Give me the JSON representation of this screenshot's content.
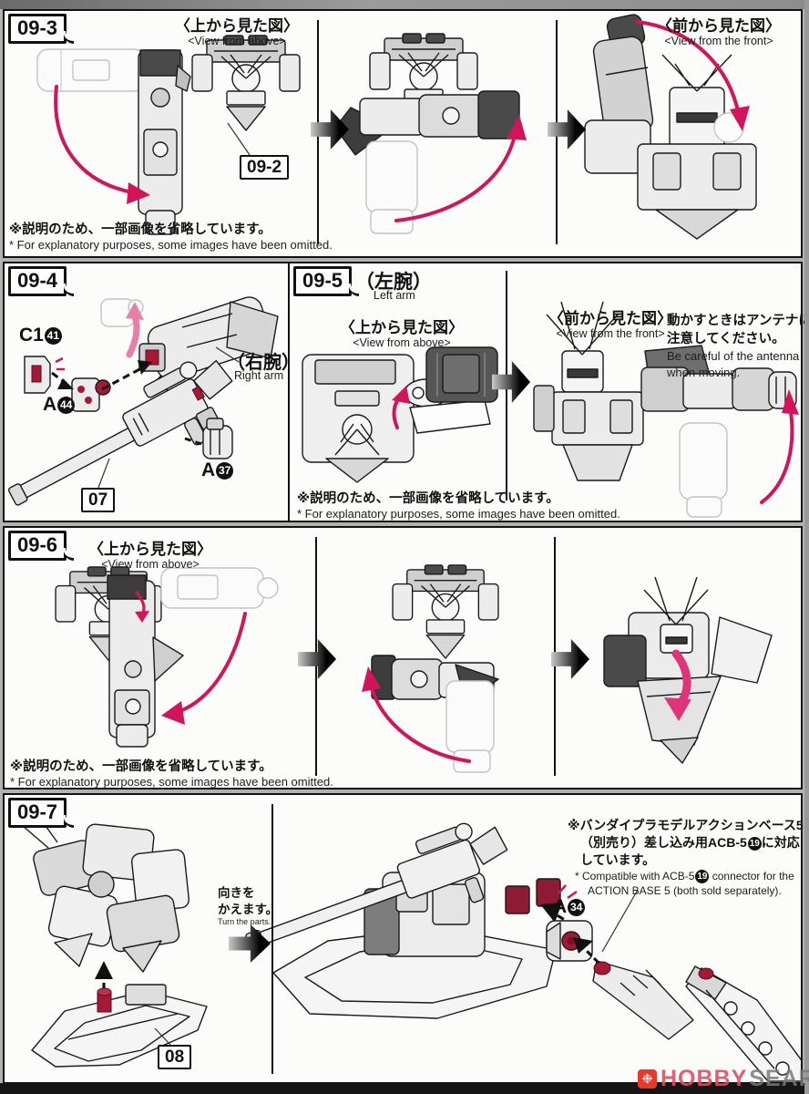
{
  "steps": {
    "s093": {
      "tab": "09-3",
      "view_above_jp": "〈上から見た図〉",
      "view_above_en": "<View from above>",
      "view_front_jp": "〈前から見た図〉",
      "view_front_en": "<View from the front>",
      "callout_092": "09-2",
      "note_jp": "※説明のため、一部画像を省略しています。",
      "note_en": "* For explanatory purposes, some images have been omitted."
    },
    "s094": {
      "tab": "09-4",
      "part_c1": "C1",
      "part_c1_num": "41",
      "part_a44": "A",
      "part_a44_num": "44",
      "right_arm_jp": "（右腕）",
      "right_arm_en": "Right arm",
      "callout_07": "07",
      "part_a37": "A",
      "part_a37_num": "37"
    },
    "s095": {
      "tab": "09-5",
      "left_arm_jp": "（左腕）",
      "left_arm_en": "Left arm",
      "view_above_jp": "〈上から見た図〉",
      "view_above_en": "<View from above>",
      "view_front_jp": "〈前から見た図〉",
      "view_front_en": "<View from the front>",
      "warning_jp1": "動かすときはアンテナに",
      "warning_jp2": "注意してください。",
      "warning_en1": "Be careful of the antenna",
      "warning_en2": "when moving.",
      "note_jp": "※説明のため、一部画像を省略しています。",
      "note_en": "* For explanatory purposes, some images have been omitted."
    },
    "s096": {
      "tab": "09-6",
      "view_above_jp": "〈上から見た図〉",
      "view_above_en": "<View from above>",
      "note_jp": "※説明のため、一部画像を省略しています。",
      "note_en": "* For explanatory purposes, some images have been omitted."
    },
    "s097": {
      "tab": "09-7",
      "turn_jp1": "向きを",
      "turn_jp2": "かえます。",
      "turn_en": "Turn the parts.",
      "callout_08": "08",
      "base_note_jp1": "※バンダイプラモデルアクションベース5",
      "base_note_jp2a": "（別売り）差し込み用ACB-5",
      "base_note_num": "19",
      "base_note_jp2b": "に対応",
      "base_note_jp3": "しています。",
      "base_note_en1a": "* Compatible with ACB-5",
      "base_note_en1b": " connector for the",
      "base_note_en2": "ACTION BASE 5 (both sold separately).",
      "part_a34": "A",
      "part_a34_num": "34"
    }
  },
  "watermark": {
    "flame": "❉",
    "hobby": "HOBBY",
    "search": "SEARCH"
  },
  "colors": {
    "accent_red": "#d4145a",
    "part_red": "#a51836",
    "watermark_red": "#e8392a"
  }
}
